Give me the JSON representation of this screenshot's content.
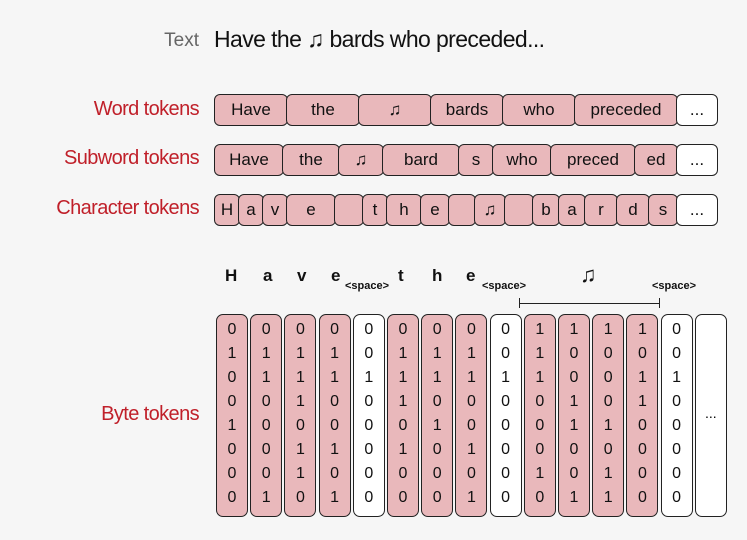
{
  "text_row": {
    "label": "Text",
    "value": "Have the ♫ bards who preceded..."
  },
  "word_row": {
    "label": "Word tokens",
    "tokens": [
      "Have",
      "the",
      "♫",
      "bards",
      "who",
      "preceded",
      "..."
    ]
  },
  "subword_row": {
    "label": "Subword tokens",
    "tokens": [
      "Have",
      "the",
      "♫",
      "bard",
      "s",
      "who",
      "preced",
      "ed",
      "..."
    ]
  },
  "char_row": {
    "label": "Character tokens",
    "tokens": [
      "H",
      "a",
      "v",
      "e",
      "",
      "t",
      "h",
      "e",
      "",
      "♫",
      "",
      "b",
      "a",
      "r",
      "d",
      "s",
      "..."
    ]
  },
  "byte_row": {
    "label": "Byte tokens",
    "headers": [
      "H",
      "a",
      "v",
      "e",
      "<space>",
      "t",
      "h",
      "e",
      "<space>",
      "♫",
      "<space>"
    ],
    "columns": [
      {
        "bits": "01001000",
        "type": "char"
      },
      {
        "bits": "01100001",
        "type": "char"
      },
      {
        "bits": "01110110",
        "type": "char"
      },
      {
        "bits": "01100101",
        "type": "char"
      },
      {
        "bits": "00100000",
        "type": "space"
      },
      {
        "bits": "01110100",
        "type": "char"
      },
      {
        "bits": "01101000",
        "type": "char"
      },
      {
        "bits": "01100101",
        "type": "char"
      },
      {
        "bits": "00100000",
        "type": "space"
      },
      {
        "bits": "11100010",
        "type": "char"
      },
      {
        "bits": "10011001",
        "type": "char"
      },
      {
        "bits": "10001011",
        "type": "char"
      },
      {
        "bits": "10110000",
        "type": "char"
      },
      {
        "bits": "00100000",
        "type": "space"
      }
    ],
    "ellipsis": "..."
  }
}
